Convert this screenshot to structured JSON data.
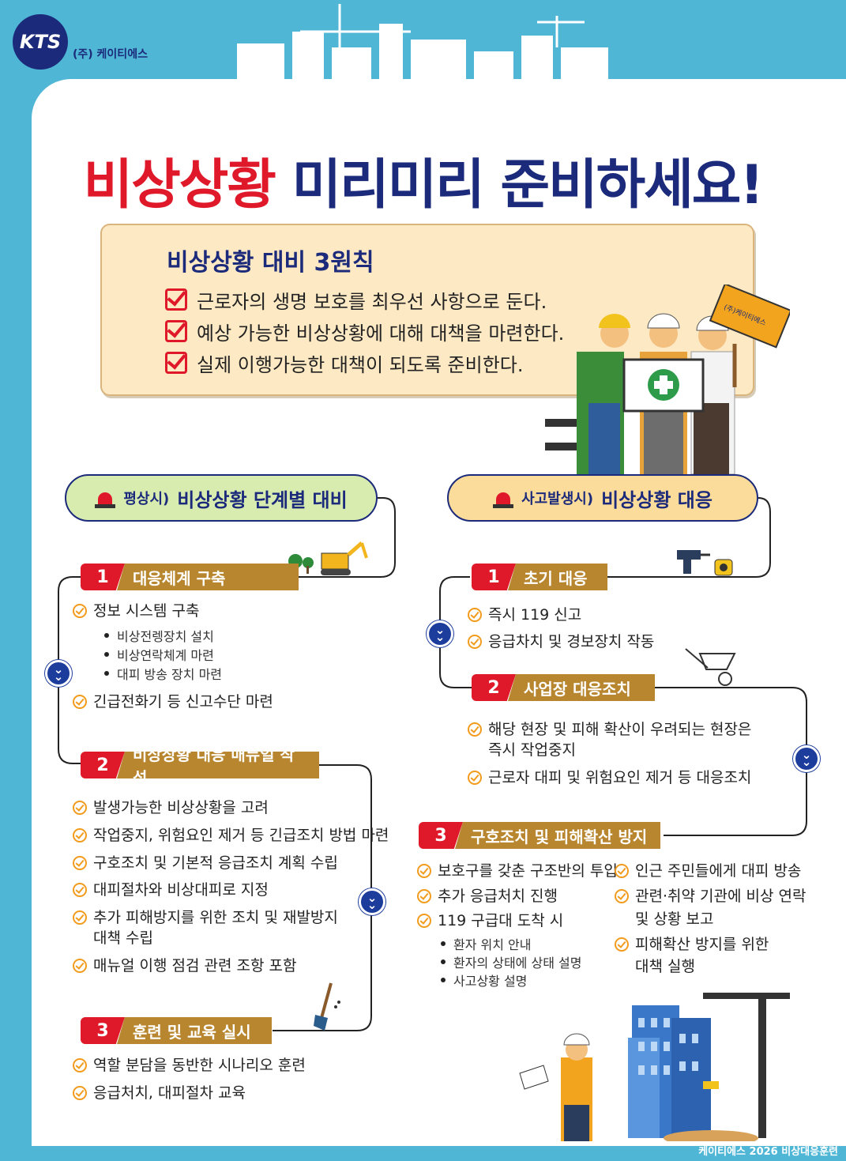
{
  "brand": {
    "logo_text": "KTS",
    "company": "(주) 케이티에스"
  },
  "title": {
    "red": "비상상황",
    "navy": "미리미리 준비하세요!"
  },
  "principles": {
    "heading": "비상상황 대비 3원칙",
    "items": [
      "근로자의 생명 보호를 최우선 사항으로 둔다.",
      "예상 가능한 비상상황에 대해 대책을 마련한다.",
      "실제 이행가능한 대책이 되도록 준비한다."
    ]
  },
  "sign_text": "(주)케이티에스",
  "left": {
    "header_prefix": "평상시)",
    "header": "비상상황 단계별 대비",
    "steps": [
      {
        "num": "1",
        "label": "대응체계 구축"
      },
      {
        "num": "2",
        "label": "비상상황 대응 매뉴얼 작성"
      },
      {
        "num": "3",
        "label": "훈련 및 교육 실시"
      }
    ],
    "step1_items": [
      "정보 시스템 구축",
      "긴급전화기 등 신고수단 마련"
    ],
    "step1_bullets": [
      "비상전렝장치 설치",
      "비상연락체계 마련",
      "대피 방송 장치 마련"
    ],
    "step2_items": [
      "발생가능한 비상상황을 고려",
      "작업중지, 위험요인 제거 등 긴급조치 방법 마련",
      "구호조치 및 기본적 응급조치 계획 수립",
      "대피절차와 비상대피로 지정",
      "추가 피해방지를 위한 조치 및 재발방지",
      "대책 수립",
      "매뉴얼 이행 점검 관련 조항 포함"
    ],
    "step3_items": [
      "역할 분담을 동반한 시나리오 훈련",
      "응급처치, 대피절차 교육"
    ]
  },
  "right": {
    "header_prefix": "사고발생시)",
    "header": "비상상황 대응",
    "steps": [
      {
        "num": "1",
        "label": "초기 대응"
      },
      {
        "num": "2",
        "label": "사업장 대응조치"
      },
      {
        "num": "3",
        "label": "구호조치 및 피해확산 방지"
      }
    ],
    "step1_items": [
      "즉시 119 신고",
      "응급차치 및 경보장치 작동"
    ],
    "step2_items": [
      "해당 현장 및 피해 확산이 우려되는 현장은",
      "즉시 작업중지",
      "근로자 대피 및 위험요인 제거 등 대응조치"
    ],
    "step3_col1": [
      "보호구를 갖춘 구조반의 투입",
      "추가 응급처치 진행",
      "119 구급대 도착 시"
    ],
    "step3_bullets": [
      "환자 위치 안내",
      "환자의 상태에 상태 설명",
      "사고상황 설명"
    ],
    "step3_col2": [
      "인근 주민들에게 대피 방송",
      "관련·취약 기관에 비상 연락",
      "및 상황 보고",
      "피해확산 방지를 위한",
      "대책 실행"
    ]
  },
  "footer": "케이티에스 2026 비상대응훈련",
  "colors": {
    "red": "#e0192a",
    "navy": "#1b2a7a",
    "bg": "#4fb6d6",
    "step_label": "#b8862f"
  }
}
